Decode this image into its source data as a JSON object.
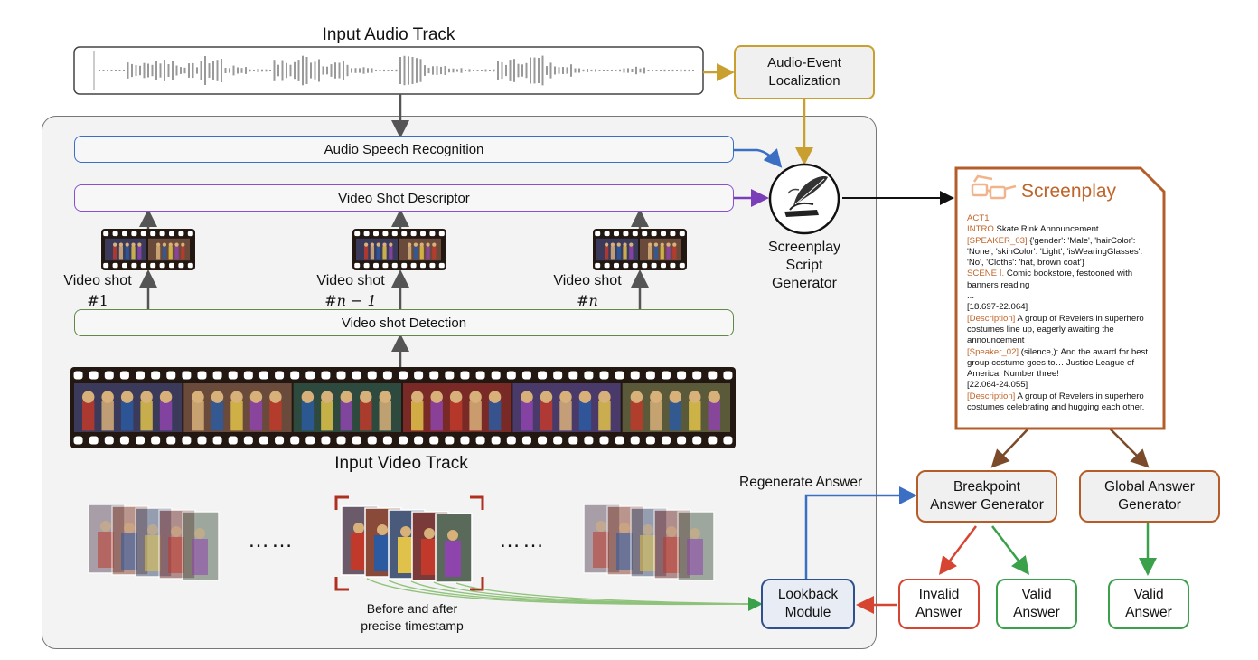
{
  "audio": {
    "title": "Input Audio Track",
    "event_box": "Audio-Event\nLocalization"
  },
  "pipeline": {
    "asr": "Audio Speech Recognition",
    "descriptor": "Video Shot Descriptor",
    "detection": "Video shot Detection",
    "shots": [
      {
        "line1": "Video shot",
        "line2": "#1"
      },
      {
        "line1": "Video shot",
        "line2": "#n − 1"
      },
      {
        "line1": "Video shot",
        "line2": "#n"
      }
    ],
    "video_title": "Input Video Track"
  },
  "generator": {
    "label": "Screenplay\nScript\nGenerator"
  },
  "screenplay": {
    "title": "Screenplay",
    "lines": [
      {
        "tag": "ACT1",
        "text": ""
      },
      {
        "tag": "INTRO",
        "text": " Skate Rink Announcement"
      },
      {
        "tag": "[SPEAKER_03]",
        "text": " {'gender': 'Male', 'hairColor': 'None', 'skinColor': 'Light', 'isWearingGlasses': 'No', 'Cloths': 'hat, brown coat'}"
      },
      {
        "tag": "",
        "text": " "
      },
      {
        "tag": "SCENE Ⅰ.",
        "text": " Comic bookstore, festooned with banners reading"
      },
      {
        "tag": "",
        "text": "..."
      },
      {
        "tag": "",
        "text": "[18.697-22.064]"
      },
      {
        "tag": "[Description]",
        "text": " A group of Revelers in superhero costumes line up, eagerly awaiting the announcement"
      },
      {
        "tag": "[Speaker_02]",
        "text": " (silence,): And the award for best group costume goes to… Justice League of America. Number three!"
      },
      {
        "tag": "",
        "text": "[22.064-24.055]"
      },
      {
        "tag": "[Description]",
        "text": " A group of Revelers in superhero costumes celebrating and hugging each other."
      },
      {
        "tag": "…",
        "text": ""
      }
    ]
  },
  "lookback": {
    "dots": "……",
    "caption": "Before and after\nprecise timestamp",
    "module": "Lookback\nModule",
    "regenerate": "Regenerate Answer"
  },
  "answers": {
    "breakpoint": "Breakpoint\nAnswer Generator",
    "global": "Global Answer\nGenerator",
    "invalid": "Invalid\nAnswer",
    "valid": "Valid\nAnswer"
  },
  "colors": {
    "asr": "#3a6fc4",
    "descriptor": "#8a4fd1",
    "detection": "#5e8a45",
    "event": "#c9a030",
    "screenplay": "#b55d28",
    "invalid": "#d64532",
    "valid": "#3aa04a",
    "lookback": "#2f4f8f"
  }
}
